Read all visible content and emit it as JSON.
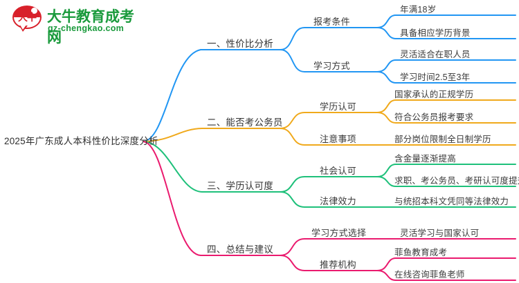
{
  "logo": {
    "mark_text": "大牛",
    "brand": "大牛教育成考网",
    "url": "gz-chengkao.com",
    "brand_color": "#1a9a3c",
    "mark_color": "#d8202a"
  },
  "mindmap": {
    "root": {
      "label": "2025年广东成人本科性价比深度分析"
    },
    "branches": [
      {
        "label": "一、性价比分析",
        "color": "#2196f3",
        "children": [
          {
            "label": "报考条件",
            "leaves": [
              {
                "label": "年满18岁"
              },
              {
                "label": "具备相应学历背景"
              }
            ]
          },
          {
            "label": "学习方式",
            "leaves": [
              {
                "label": "灵活适合在职人员"
              },
              {
                "label": "学习时间2.5至3年"
              }
            ]
          }
        ]
      },
      {
        "label": "二、能否考公务员",
        "color": "#f0a91b",
        "children": [
          {
            "label": "学历认可",
            "leaves": [
              {
                "label": "国家承认的正规学历"
              },
              {
                "label": "符合公务员报考要求"
              }
            ]
          },
          {
            "label": "注意事项",
            "leaves": [
              {
                "label": "部分岗位限制全日制学历"
              }
            ]
          }
        ]
      },
      {
        "label": "三、学历认可度",
        "color": "#1ec07a",
        "children": [
          {
            "label": "社会认可",
            "leaves": [
              {
                "label": "含金量逐渐提高"
              },
              {
                "label": "求职、考公务员、考研认可度提升"
              }
            ]
          },
          {
            "label": "法律效力",
            "leaves": [
              {
                "label": "与统招本科文凭同等法律效力"
              }
            ]
          }
        ]
      },
      {
        "label": "四、总结与建议",
        "color": "#ea1a6e",
        "children": [
          {
            "label": "学习方式选择",
            "leaves": [
              {
                "label": "灵活学习与国家认可"
              }
            ]
          },
          {
            "label": "推荐机构",
            "leaves": [
              {
                "label": "菲鱼教育成考"
              },
              {
                "label": "在线咨询菲鱼老师"
              }
            ]
          }
        ]
      }
    ]
  }
}
